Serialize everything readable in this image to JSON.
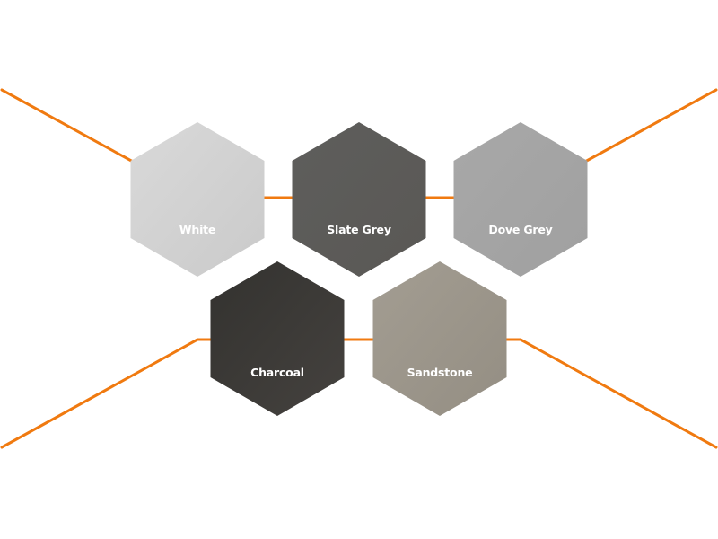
{
  "accent_color": "#f07a10",
  "swatches": [
    {
      "label": "White",
      "gradient": [
        "#d9d9d9",
        "#cacaca"
      ]
    },
    {
      "label": "Slate Grey",
      "gradient": [
        "#5e5e5c",
        "#5a5855"
      ]
    },
    {
      "label": "Dove Grey",
      "gradient": [
        "#a8a8a8",
        "#a0a0a0"
      ]
    },
    {
      "label": "Charcoal",
      "gradient": [
        "#33322f",
        "#45423f"
      ]
    },
    {
      "label": "Sandstone",
      "gradient": [
        "#a39d92",
        "#948e83"
      ]
    }
  ]
}
